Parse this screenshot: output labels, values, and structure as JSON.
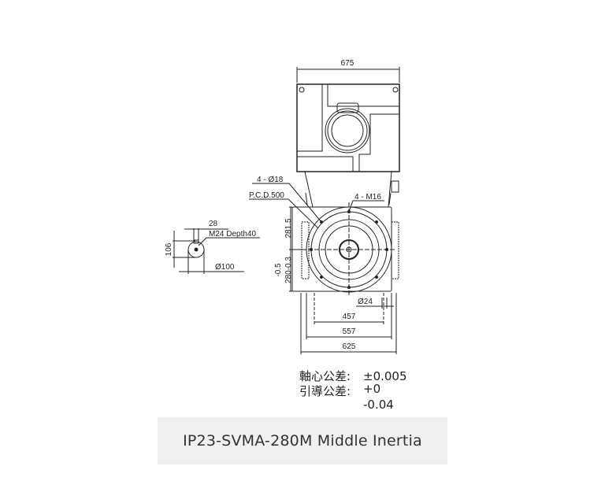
{
  "drawing": {
    "dims": {
      "width_top": "675",
      "holes": "4 - Ø18",
      "pcd": "P.C.D.500",
      "taps": "4 - M16",
      "height_upper": "281.5",
      "height_tol_minus": "-0.5",
      "height_lower": "280-0.3",
      "shaft_key": "28",
      "shaft_thread": "M24 Depth40",
      "shaft_height": "106",
      "shaft_dia": "Ø100",
      "foot_hole": "Ø24",
      "foot_457": "457",
      "foot_557": "557",
      "foot_625": "625"
    },
    "tolerance": {
      "axis_label": "軸心公差:",
      "axis_value": "±0.005",
      "guide_label": "引導公差:",
      "guide_upper": "+0",
      "guide_lower": "-0.04"
    }
  },
  "caption": "IP23-SVMA-280M Middle Inertia"
}
